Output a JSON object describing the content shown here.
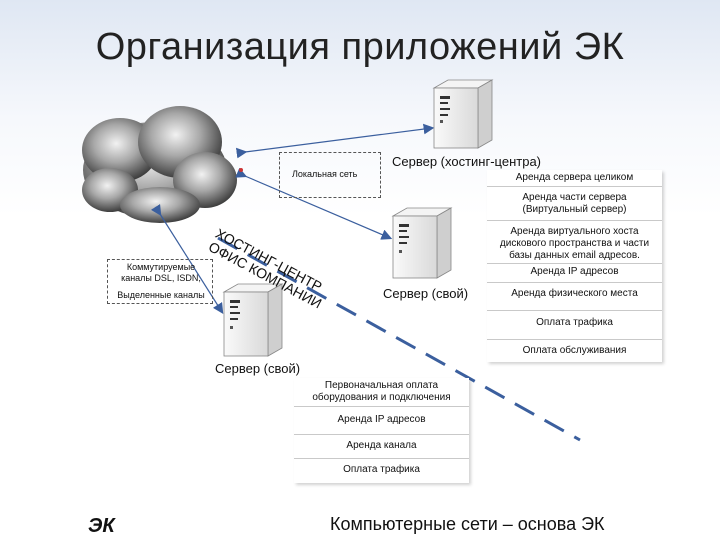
{
  "title": "Организация приложений ЭК",
  "footer": {
    "left": "ЭК",
    "right": "Компьютерные сети – основа ЭК"
  },
  "labels": {
    "server_hosting": "Сервер (хостинг-центра)",
    "server_own_1": "Сервер (свой)",
    "server_own_2": "Сервер (свой)",
    "local_net": "Локальная сеть",
    "switched_channels": "Коммутируемые каналы DSL, ISDN,",
    "dedicated_channels": "Выделенные каналы"
  },
  "diagonal": {
    "line1": "Хостинг-центр",
    "line2": "Офис компании"
  },
  "right_panel": [
    "Аренда сервера целиком",
    "Аренда части сервера (Виртуальный сервер)",
    "Аренда виртуального хоста дискового пространства и части базы данных email адресов.",
    "Аренда IP адресов",
    "Аренда физического места",
    "Оплата трафика",
    "Оплата обслуживания"
  ],
  "bottom_panel": [
    "Первоначальная оплата оборудования и подключения",
    "Аренда IP адресов",
    "Аренда канала",
    "Оплата трафика"
  ],
  "colors": {
    "arrow": "#3b5f9e",
    "dash": "#3b5f9e",
    "cloud": "#555555"
  }
}
